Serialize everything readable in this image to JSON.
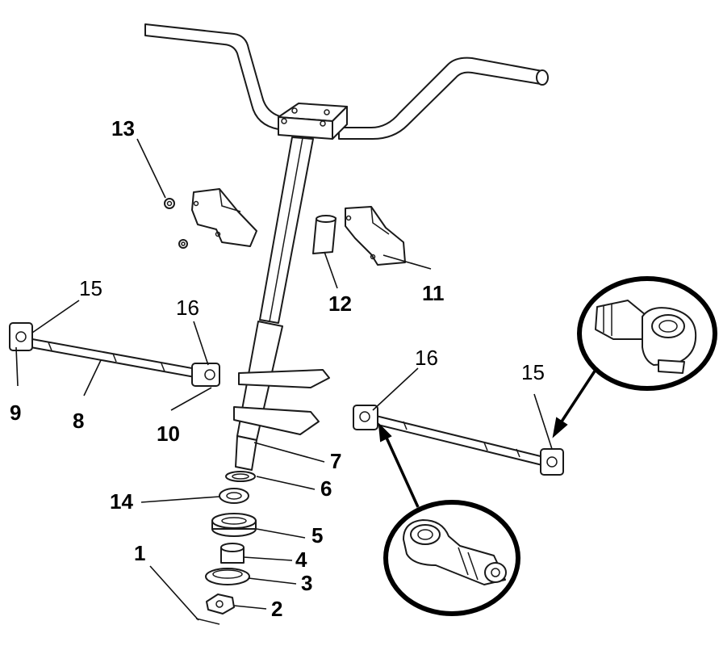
{
  "labels": {
    "p1": "1",
    "p2": "2",
    "p3": "3",
    "p4": "4",
    "p5": "5",
    "p6": "6",
    "p7": "7",
    "p8": "8",
    "p9": "9",
    "p10": "10",
    "p11": "11",
    "p12": "12",
    "p13": "13",
    "p14": "14",
    "p15_left": "15",
    "p16_left": "16",
    "p15_right": "15",
    "p16_right": "16"
  },
  "colors": {
    "line": "#1a1a1a",
    "background": "#ffffff",
    "arrow": "#000000"
  }
}
